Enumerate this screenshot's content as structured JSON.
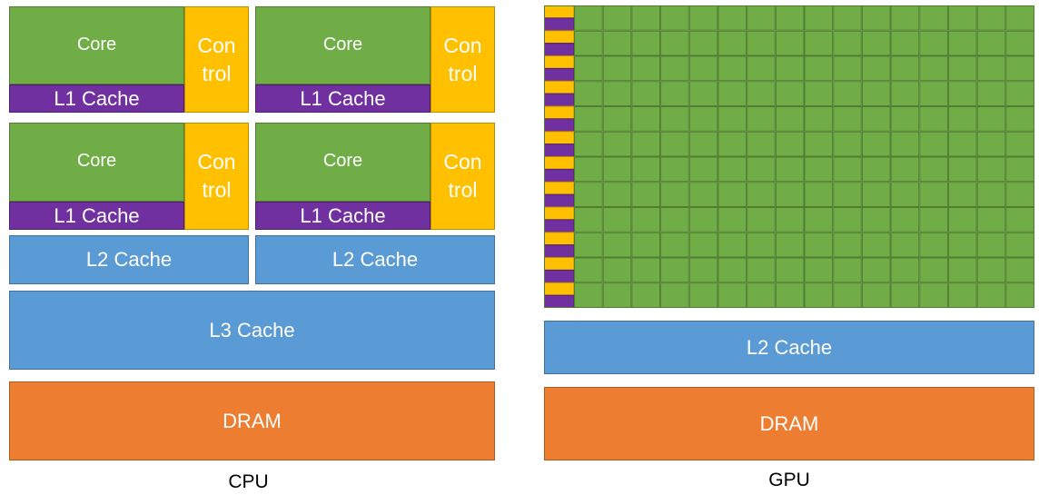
{
  "cpu": {
    "caption": "CPU",
    "core_label": "Core",
    "l1_label": "L1 Cache",
    "control_line1": "Con",
    "control_line2": "trol",
    "l2_label": "L2 Cache",
    "l3_label": "L3 Cache",
    "dram_label": "DRAM"
  },
  "gpu": {
    "caption": "GPU",
    "grid": {
      "rows": 12,
      "core_columns": 16,
      "control_color": "#FFC000",
      "l1_color": "#7030A0",
      "core_color": "#70AD47"
    },
    "l2_label": "L2 Cache",
    "dram_label": "DRAM"
  },
  "colors": {
    "core": "#70AD47",
    "l1_cache": "#7030A0",
    "control": "#FFC000",
    "l2_l3_cache": "#5B9BD5",
    "dram": "#ED7D31"
  }
}
